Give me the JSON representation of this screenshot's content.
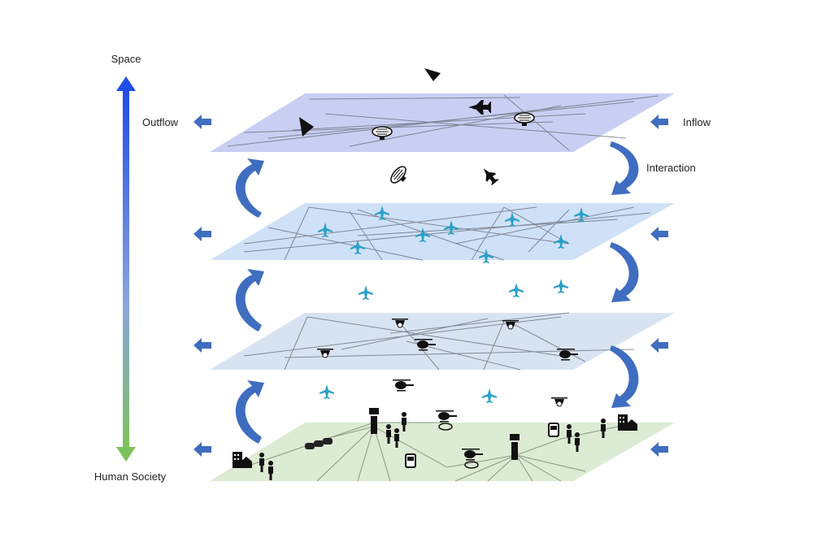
{
  "labels": {
    "top": "Space",
    "bottom": "Human Society",
    "outflow": "Outflow",
    "inflow": "Inflow",
    "interaction": "Interaction"
  },
  "colors": {
    "axis_top": "#1f4de6",
    "axis_bottom": "#7cc25a",
    "arrow": "#3f6dc0",
    "layer_space": "#c9cff3",
    "layer_high": "#cfe1f7",
    "layer_low": "#d8e3f2",
    "layer_ground": "#dcebd3",
    "aircraft": "#2aa0c9"
  },
  "icons": [
    "stealth-drone-icon",
    "fighter-jet-icon",
    "airship-icon",
    "airplane-icon",
    "quadcopter-drone-icon",
    "helicopter-icon",
    "control-tower-icon",
    "person-icon",
    "building-icon",
    "bus-icon",
    "car-icon",
    "helipad-icon"
  ]
}
